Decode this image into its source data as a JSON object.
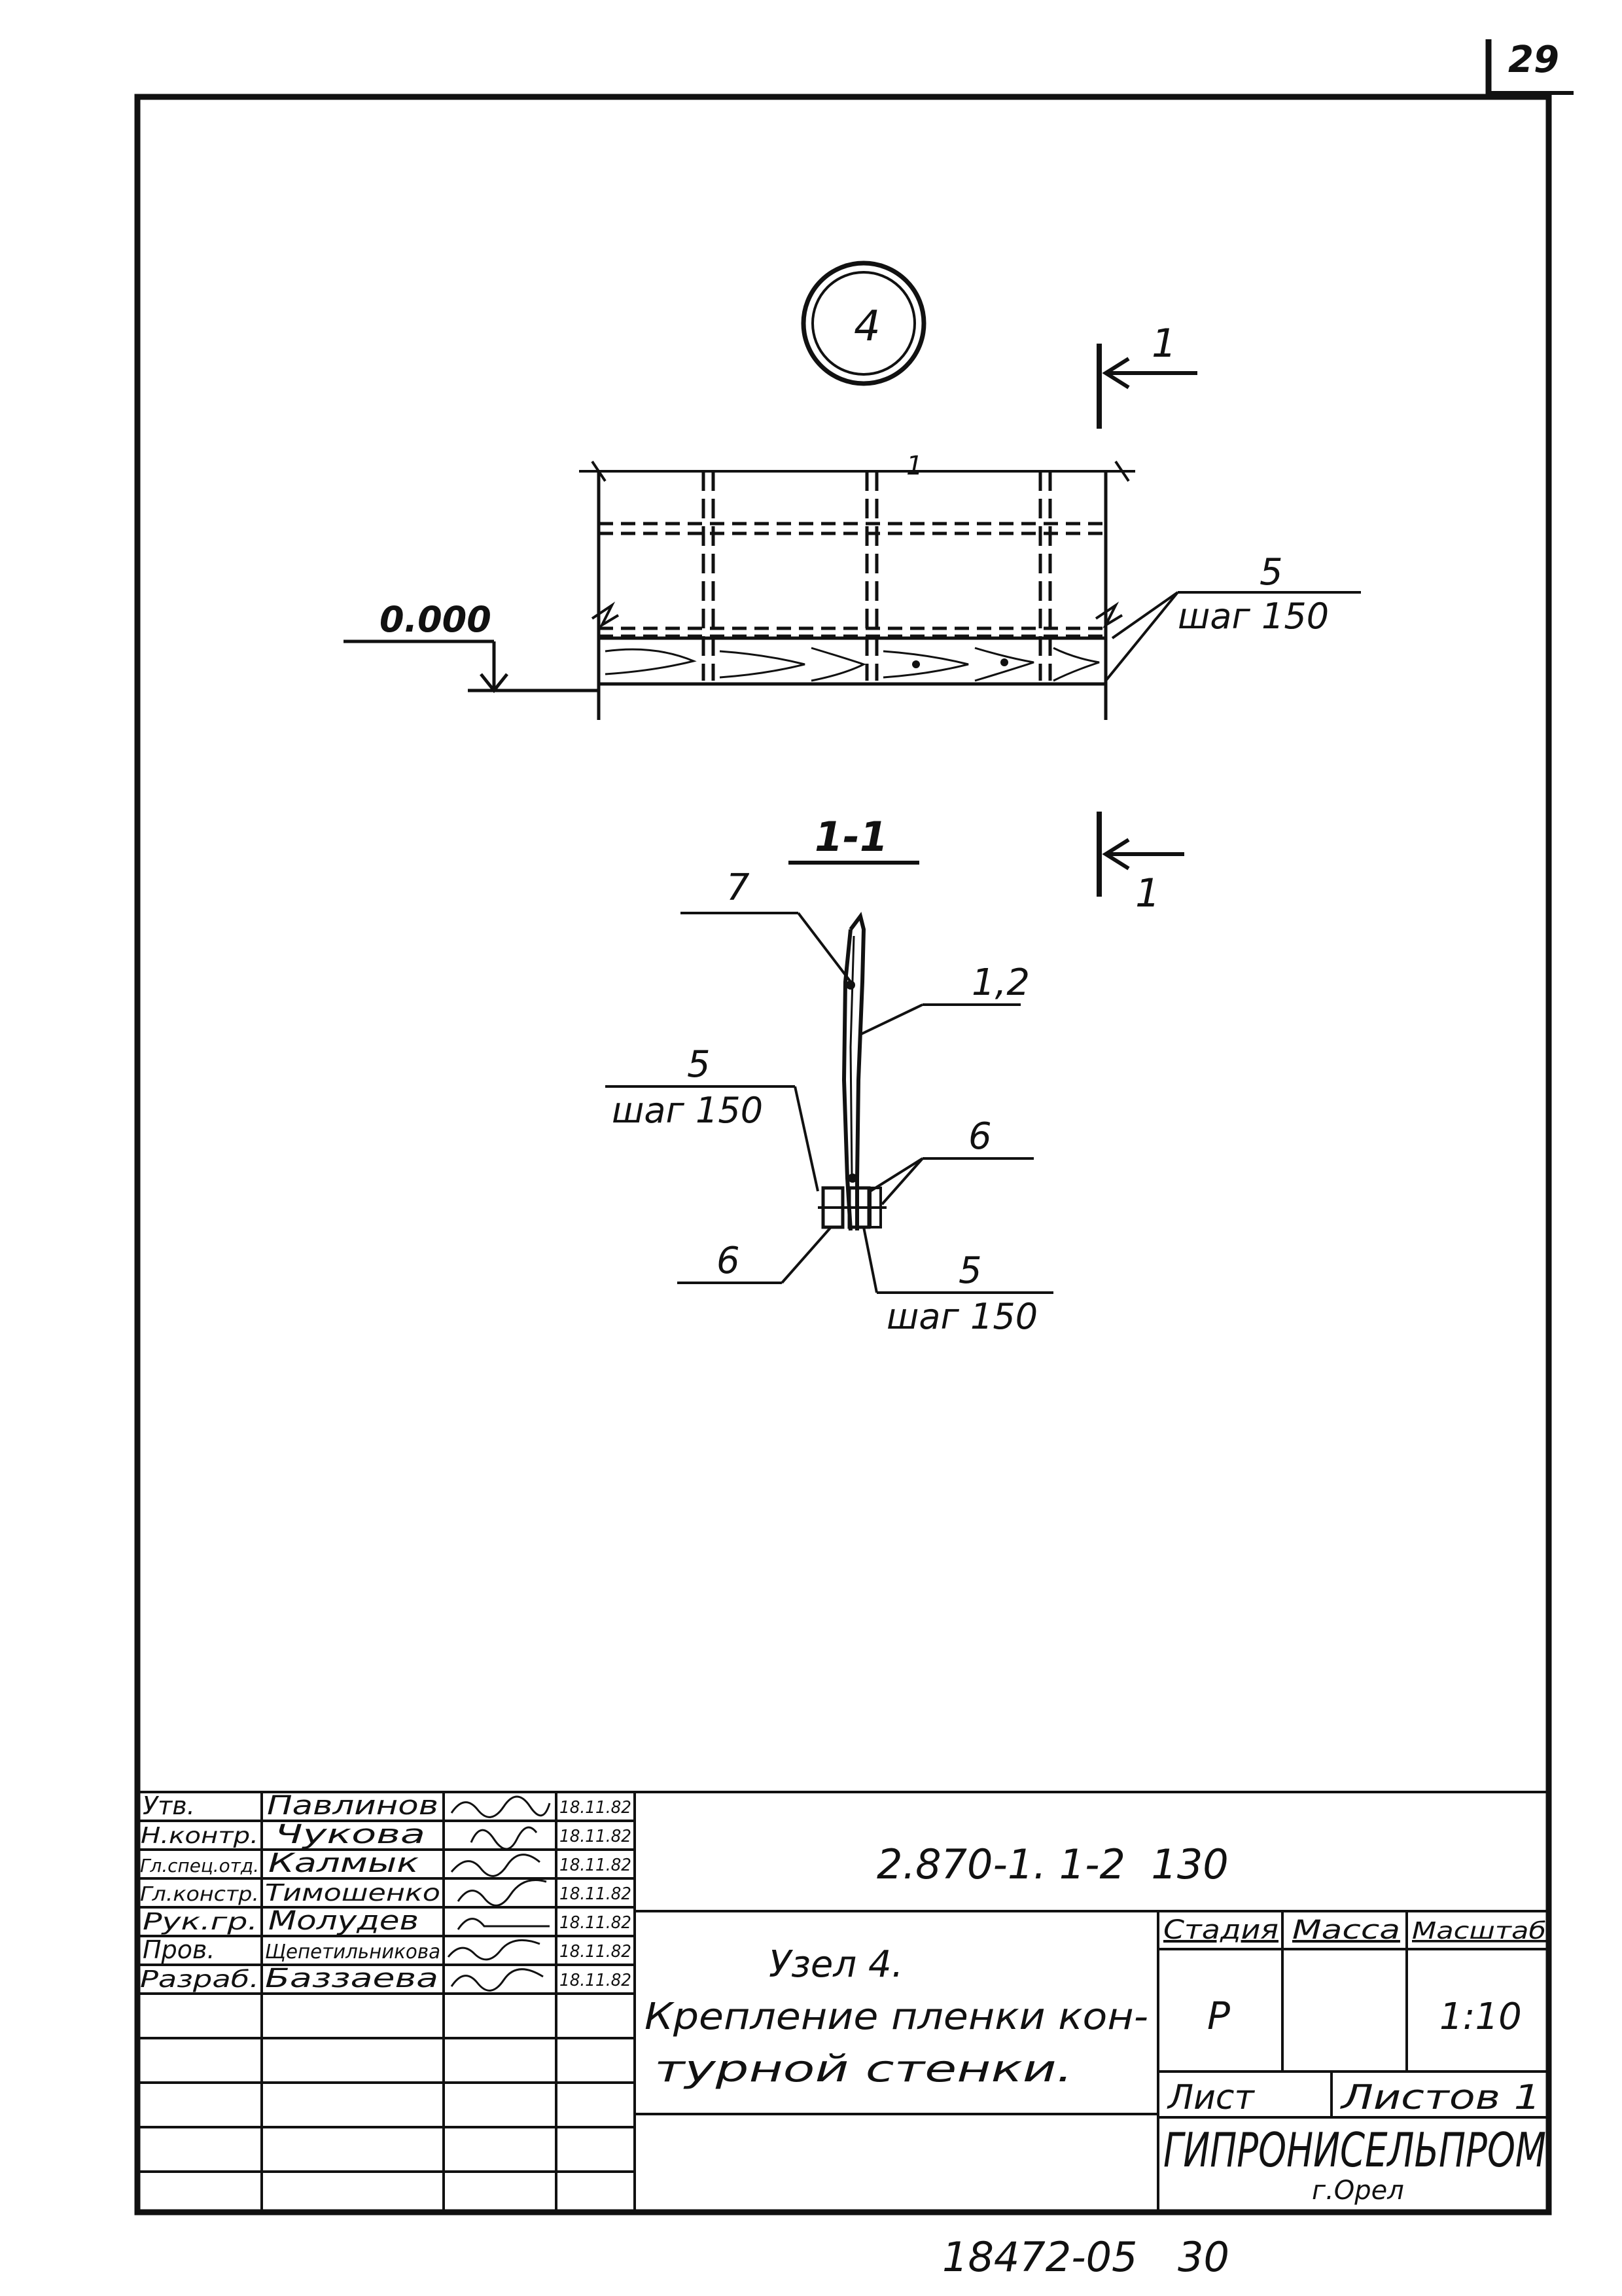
{
  "sheet_number": "29",
  "node_marker": "4",
  "section": {
    "mark_top": "1",
    "mark_bottom": "1",
    "title": "1-1",
    "dim_mark": "1"
  },
  "elevation": "0.000",
  "callouts": {
    "top_pos": "5",
    "top_step": "шаг 150",
    "pos_7": "7",
    "pos_12": "1,2",
    "left_pos": "5",
    "left_step": "шаг 150",
    "right_pos_6": "6",
    "left_pos_6": "6",
    "bottom_pos": "5",
    "bottom_step": "шаг 150"
  },
  "title_block": {
    "signatures": [
      {
        "role": "Утв.",
        "name": "Павлинов",
        "date": "18.11.82"
      },
      {
        "role": "Н.контр.",
        "name": "Чукова",
        "date": "18.11.82"
      },
      {
        "role": "Гл.спец.отд.",
        "name": "Калмык",
        "date": "18.11.82"
      },
      {
        "role": "Гл.констр.",
        "name": "Тимошенко",
        "date": "18.11.82"
      },
      {
        "role": "Рук.гр.",
        "name": "Молудев",
        "date": "18.11.82"
      },
      {
        "role": "Пров.",
        "name": "Щепетильникова",
        "date": "18.11.82"
      },
      {
        "role": "Разраб.",
        "name": "Баззаева",
        "date": "18.11.82"
      }
    ],
    "designation": "2.870-1. 1-2  130",
    "drawing_title_l1": "Узел 4.",
    "drawing_title_l2": "Крепление пленки кон-",
    "drawing_title_l3": "турной стенки.",
    "col_stage": "Стадия",
    "col_mass": "Масса",
    "col_scale": "Масштаб",
    "stage": "Р",
    "scale": "1:10",
    "sheet_label": "Лист",
    "sheets_label": "Листов 1",
    "organization": "ГИПРОНИСЕЛЬПРОМ",
    "city": "г.Орел"
  },
  "footer": {
    "archive_number": "18472-05",
    "page": "30"
  },
  "colors": {
    "ink": "#111111",
    "paper": "#ffffff"
  }
}
